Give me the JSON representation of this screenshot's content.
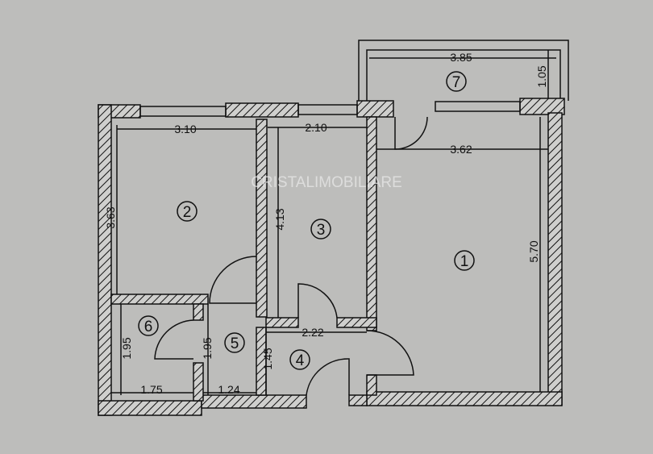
{
  "watermark": "CRISTALIMOBILIARE",
  "rooms": [
    {
      "number": "1"
    },
    {
      "number": "2"
    },
    {
      "number": "3"
    },
    {
      "number": "4"
    },
    {
      "number": "5"
    },
    {
      "number": "6"
    },
    {
      "number": "7"
    }
  ],
  "dimensions": {
    "balcony_width": "3.85",
    "balcony_depth": "1.05",
    "room2_width": "3.10",
    "room2_height": "3.63",
    "room3_width": "2.10",
    "room3_height": "4.13",
    "room1_width": "3.62",
    "room1_height": "5.70",
    "hall_width": "2.22",
    "hall_height": "1.45",
    "room6_height": "1.95",
    "room5_height": "1.95",
    "room6_width": "1.75",
    "room5_width": "1.24"
  },
  "colors": {
    "paper": "#bdbdbb",
    "ink": "#111111"
  }
}
